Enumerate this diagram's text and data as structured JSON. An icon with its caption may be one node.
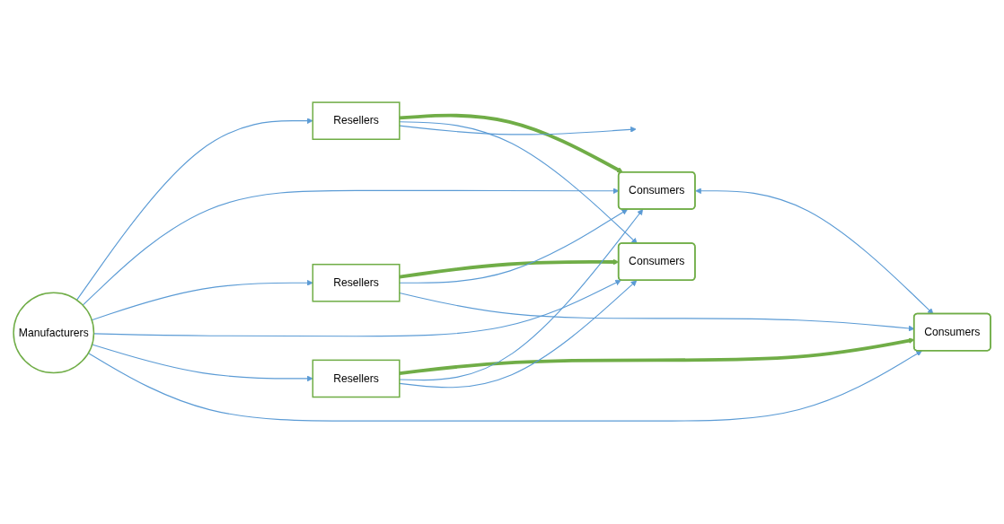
{
  "diagram": {
    "nodes": [
      {
        "text": [
          "Resellers"
        ]
      },
      {
        "text": [
          "Consumers"
        ]
      },
      {
        "text": [
          "Resellers"
        ]
      },
      {
        "text": [
          "Consumers"
        ]
      },
      {
        "text": [
          "Manufacturers"
        ]
      },
      {
        "text": [
          "Resellers"
        ]
      },
      {
        "text": [
          "Consumers"
        ]
      }
    ],
    "edges": [
      {
        "from": 4,
        "to": 0,
        "arrow": "to"
      },
      {
        "from": 4,
        "to": 1,
        "arrow": "to"
      },
      {
        "from": 4,
        "to": 2,
        "arrow": "to"
      },
      {
        "from": 4,
        "to": 3,
        "arrow": "to"
      },
      {
        "from": 4,
        "to": 5,
        "arrow": "to"
      },
      {
        "from": 4,
        "to": 6,
        "arrow": "to"
      },
      {
        "from": 0,
        "to": 1,
        "arrow": "to",
        "style": "thick",
        "color": "#70ad47"
      },
      {
        "from": 2,
        "to": 3,
        "arrow": "to",
        "style": "thick",
        "color": "#70ad47"
      },
      {
        "from": 5,
        "to": 6,
        "arrow": "to",
        "style": "thick",
        "color": "#70ad47"
      },
      {
        "from": 0,
        "to": 3,
        "arrow": "to"
      },
      {
        "from": 0,
        "to": null,
        "arrow": "to"
      },
      {
        "from": 2,
        "to": 1,
        "arrow": "to"
      },
      {
        "from": 2,
        "to": 6,
        "arrow": "to"
      },
      {
        "from": 5,
        "to": 1,
        "arrow": "to"
      },
      {
        "from": 5,
        "to": 3,
        "arrow": "to"
      },
      {
        "from": 1,
        "to": 6,
        "arrow": "both"
      }
    ]
  }
}
